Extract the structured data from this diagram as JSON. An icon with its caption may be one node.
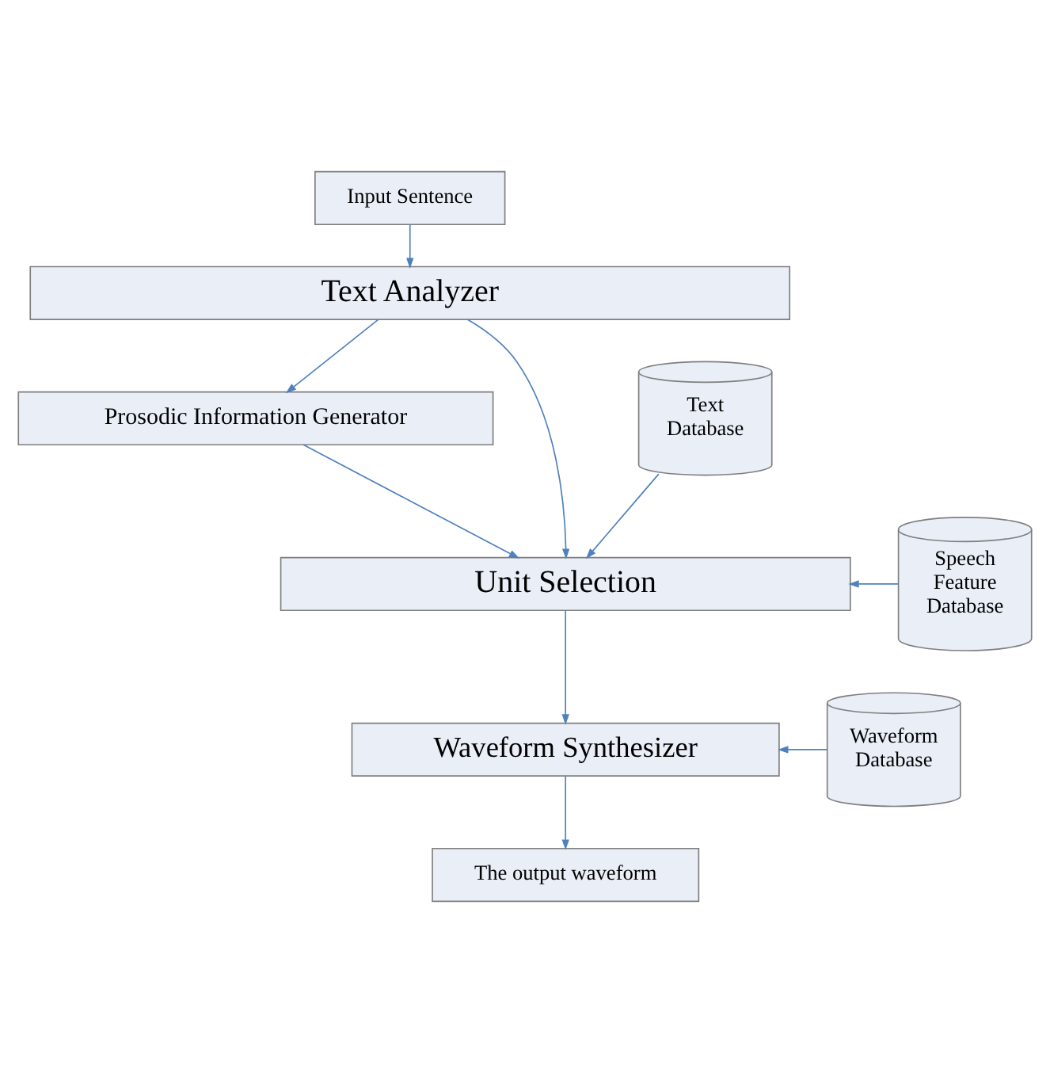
{
  "diagram": {
    "nodes": [
      {
        "text": [
          "Input Sentence"
        ]
      },
      {
        "text": [
          "Text Analyzer"
        ]
      },
      {
        "text": [
          "Prosodic Information Generator"
        ]
      },
      {
        "text": [
          "Text Database"
        ]
      },
      {
        "text": [
          "Unit Selection"
        ]
      },
      {
        "text": [
          "Speech Feature Database"
        ]
      },
      {
        "text": [
          "Waveform Synthesizer"
        ]
      },
      {
        "text": [
          "Waveform Database"
        ]
      },
      {
        "text": [
          "The output waveform"
        ]
      }
    ],
    "edges": [
      {
        "from": 0,
        "to": 1,
        "arrow": "to"
      },
      {
        "from": 1,
        "to": 2,
        "arrow": "to"
      },
      {
        "from": 1,
        "to": 4,
        "arrow": "to"
      },
      {
        "from": 2,
        "to": 4,
        "arrow": "to"
      },
      {
        "from": 3,
        "to": 4,
        "arrow": "to"
      },
      {
        "from": 5,
        "to": 4,
        "arrow": "to"
      },
      {
        "from": 4,
        "to": 6,
        "arrow": "to"
      },
      {
        "from": 7,
        "to": 6,
        "arrow": "to"
      },
      {
        "from": 6,
        "to": 8,
        "arrow": "to"
      }
    ]
  }
}
